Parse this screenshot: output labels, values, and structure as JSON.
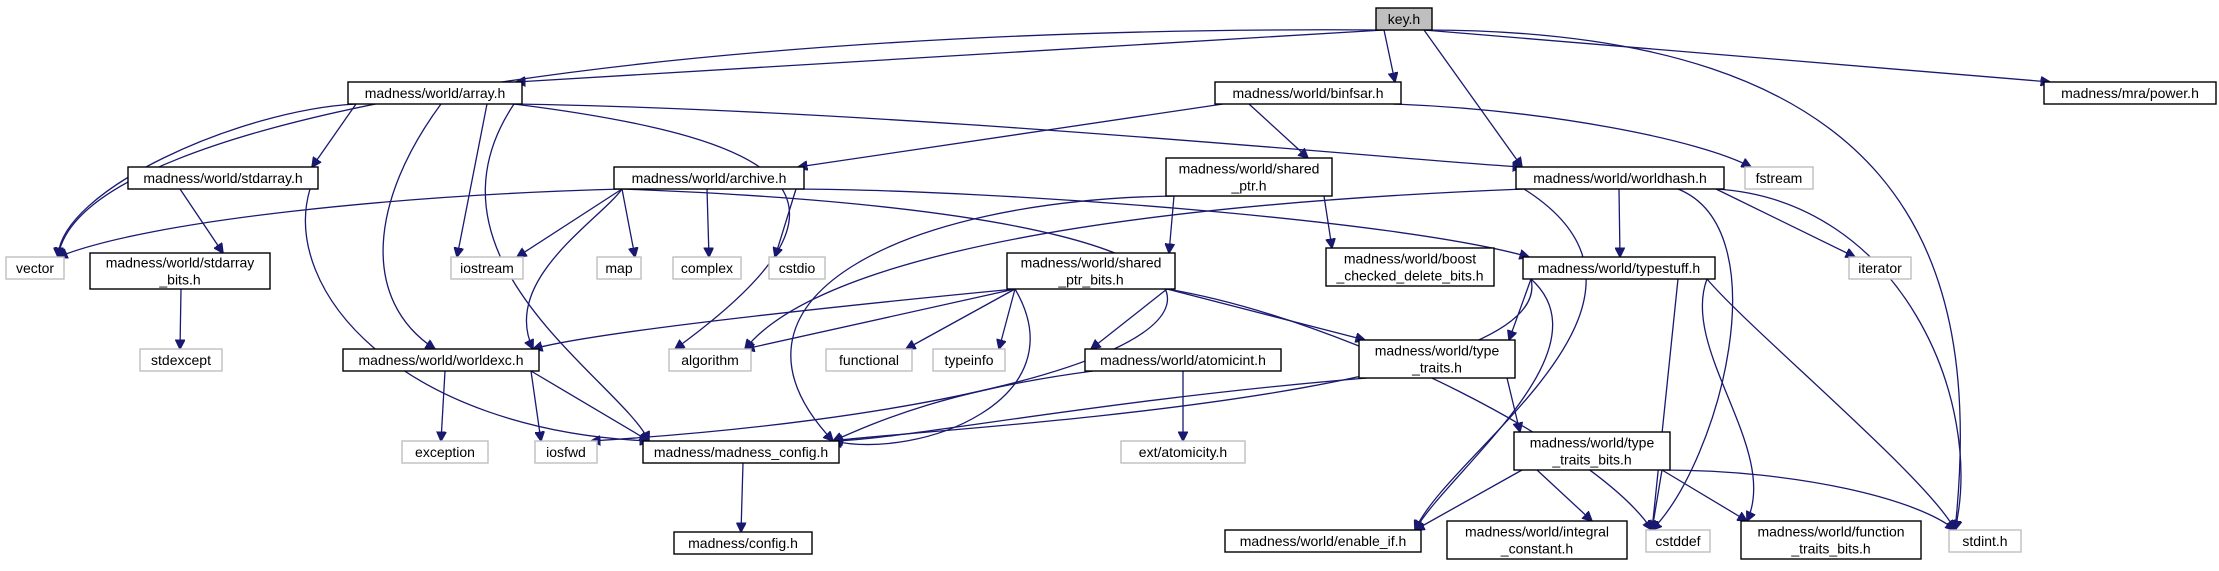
{
  "graph": {
    "title": "key.h",
    "nodes": [
      {
        "id": "key",
        "lines": [
          "key.h"
        ],
        "kind": "root"
      },
      {
        "id": "array",
        "lines": [
          "madness/world/array.h"
        ],
        "kind": "doc"
      },
      {
        "id": "binfsar",
        "lines": [
          "madness/world/binfsar.h"
        ],
        "kind": "doc"
      },
      {
        "id": "power",
        "lines": [
          "madness/mra/power.h"
        ],
        "kind": "doc"
      },
      {
        "id": "stdarray",
        "lines": [
          "madness/world/stdarray.h"
        ],
        "kind": "doc"
      },
      {
        "id": "archive",
        "lines": [
          "madness/world/archive.h"
        ],
        "kind": "doc"
      },
      {
        "id": "shared_ptr",
        "lines": [
          "madness/world/shared",
          "_ptr.h"
        ],
        "kind": "doc"
      },
      {
        "id": "worldhash",
        "lines": [
          "madness/world/worldhash.h"
        ],
        "kind": "doc"
      },
      {
        "id": "fstream",
        "lines": [
          "fstream"
        ],
        "kind": "ext"
      },
      {
        "id": "vector",
        "lines": [
          "vector"
        ],
        "kind": "ext"
      },
      {
        "id": "stdarray_bits",
        "lines": [
          "madness/world/stdarray",
          "_bits.h"
        ],
        "kind": "doc"
      },
      {
        "id": "iostream",
        "lines": [
          "iostream"
        ],
        "kind": "ext"
      },
      {
        "id": "map",
        "lines": [
          "map"
        ],
        "kind": "ext"
      },
      {
        "id": "complex",
        "lines": [
          "complex"
        ],
        "kind": "ext"
      },
      {
        "id": "cstdio",
        "lines": [
          "cstdio"
        ],
        "kind": "ext"
      },
      {
        "id": "shared_ptr_bits",
        "lines": [
          "madness/world/shared",
          "_ptr_bits.h"
        ],
        "kind": "doc"
      },
      {
        "id": "boost_cdel",
        "lines": [
          "madness/world/boost",
          "_checked_delete_bits.h"
        ],
        "kind": "doc"
      },
      {
        "id": "typestuff",
        "lines": [
          "madness/world/typestuff.h"
        ],
        "kind": "doc"
      },
      {
        "id": "iterator",
        "lines": [
          "iterator"
        ],
        "kind": "ext"
      },
      {
        "id": "stdexcept",
        "lines": [
          "stdexcept"
        ],
        "kind": "ext"
      },
      {
        "id": "worldexc",
        "lines": [
          "madness/world/worldexc.h"
        ],
        "kind": "doc"
      },
      {
        "id": "algorithm",
        "lines": [
          "algorithm"
        ],
        "kind": "ext"
      },
      {
        "id": "functional",
        "lines": [
          "functional"
        ],
        "kind": "ext"
      },
      {
        "id": "typeinfo",
        "lines": [
          "typeinfo"
        ],
        "kind": "ext"
      },
      {
        "id": "atomicint",
        "lines": [
          "madness/world/atomicint.h"
        ],
        "kind": "doc"
      },
      {
        "id": "type_traits",
        "lines": [
          "madness/world/type",
          "_traits.h"
        ],
        "kind": "doc"
      },
      {
        "id": "exception",
        "lines": [
          "exception"
        ],
        "kind": "ext"
      },
      {
        "id": "iosfwd",
        "lines": [
          "iosfwd"
        ],
        "kind": "ext"
      },
      {
        "id": "madness_config",
        "lines": [
          "madness/madness_config.h"
        ],
        "kind": "doc"
      },
      {
        "id": "ext_atomicity",
        "lines": [
          "ext/atomicity.h"
        ],
        "kind": "ext"
      },
      {
        "id": "type_traits_bits",
        "lines": [
          "madness/world/type",
          "_traits_bits.h"
        ],
        "kind": "doc"
      },
      {
        "id": "config",
        "lines": [
          "madness/config.h"
        ],
        "kind": "doc"
      },
      {
        "id": "enable_if",
        "lines": [
          "madness/world/enable_if.h"
        ],
        "kind": "doc"
      },
      {
        "id": "integral_constant",
        "lines": [
          "madness/world/integral",
          "_constant.h"
        ],
        "kind": "doc"
      },
      {
        "id": "cstddef",
        "lines": [
          "cstddef"
        ],
        "kind": "ext"
      },
      {
        "id": "function_traits_bits",
        "lines": [
          "madness/world/function",
          "_traits_bits.h"
        ],
        "kind": "doc"
      },
      {
        "id": "stdint",
        "lines": [
          "stdint.h"
        ],
        "kind": "ext"
      }
    ]
  }
}
